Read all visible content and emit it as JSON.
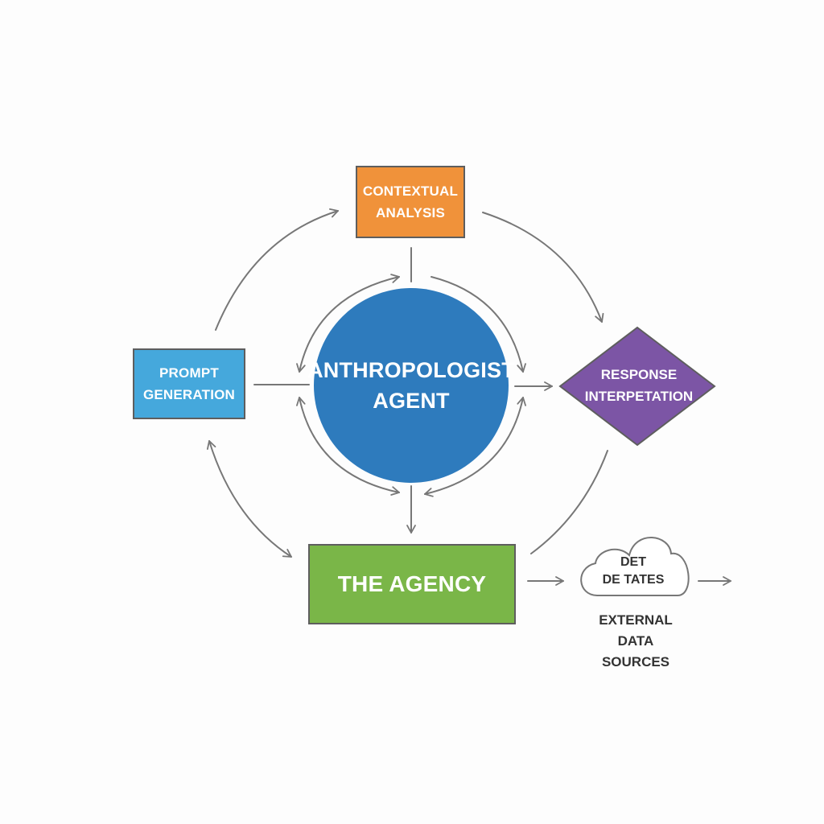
{
  "nodes": {
    "contextual_analysis": {
      "lines": [
        "CONTEXTUAL",
        "ANALYSIS"
      ],
      "color": "#f0923a"
    },
    "prompt_generation": {
      "lines": [
        "PROMPT",
        "GENERATION"
      ],
      "color": "#45a8dc"
    },
    "anthropologist_agent": {
      "lines": [
        "ANTHROPOLOGIST",
        "AGENT"
      ],
      "color": "#2e7bbd"
    },
    "response_interpretation": {
      "lines": [
        "RESPONSE",
        "INTERPETATION"
      ],
      "color": "#7c55a5"
    },
    "the_agency": {
      "lines": [
        "THE AGENCY"
      ],
      "color": "#7ab648"
    },
    "cloud": {
      "lines": [
        "DET",
        "DE TATES"
      ],
      "icon": "cloud-icon"
    },
    "external_data_sources": {
      "lines": [
        "EXTERNAL",
        "DATA",
        "SOURCES"
      ]
    }
  },
  "colors": {
    "connector": "#777777",
    "border": "#5e5e5e"
  }
}
